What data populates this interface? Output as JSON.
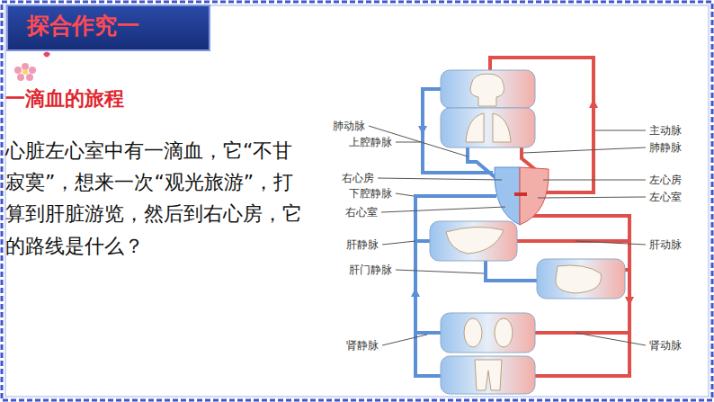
{
  "diagram": {
    "title": "探合作究一",
    "labels": [
      "一滴血的旅程",
      "心脏左心室中有一滴血，它“不甘寂寞”，想来一次“观光旅游”，打算到肝脏游览，然后到右心房，它的路线是什么？",
      "肺动脉",
      "上腔静脉",
      "右心房",
      "下腔静脉",
      "右心室",
      "肝静脉",
      "肝门静脉",
      "肾静脉",
      "主动脉",
      "肺静脉",
      "左心房",
      "左心室",
      "肝动脉",
      "肾动脉"
    ]
  }
}
